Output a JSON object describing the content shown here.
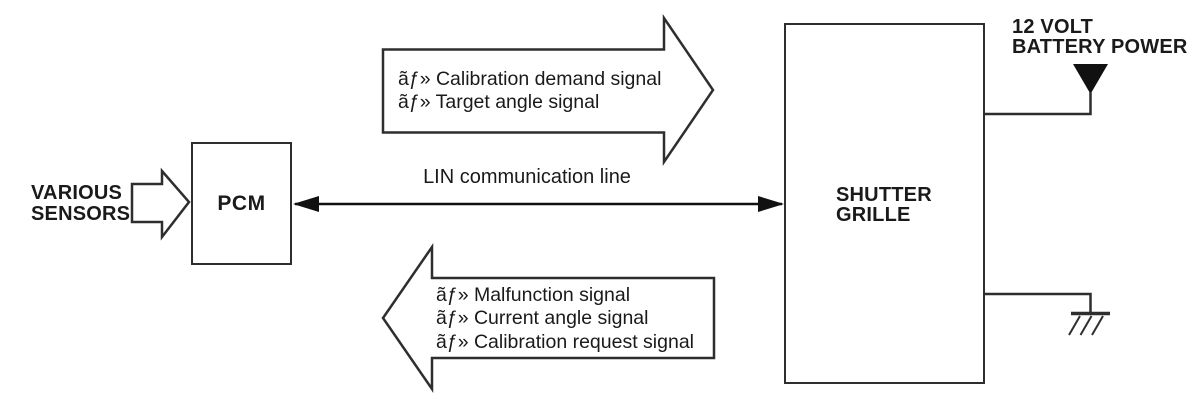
{
  "nodes": {
    "various_sensors": {
      "lines": [
        "VARIOUS",
        "SENSORS"
      ]
    },
    "pcm": {
      "label": "PCM"
    },
    "shutter_grille": {
      "lines": [
        "SHUTTER",
        "GRILLE"
      ]
    },
    "battery_power": {
      "lines": [
        "12 VOLT",
        "BATTERY POWER"
      ]
    }
  },
  "connections": {
    "lin_line": {
      "label": "LIN communication line"
    },
    "pcm_to_grille_arrow": {
      "lines": [
        "ãƒ» Calibration demand signal",
        "ãƒ» Target angle signal"
      ]
    },
    "grille_to_pcm_arrow": {
      "lines": [
        "ãƒ» Malfunction signal",
        "ãƒ» Current angle signal",
        "ãƒ» Calibration request signal"
      ]
    }
  },
  "icons": {
    "battery_symbol": "filled-down-triangle-power-feed",
    "ground_symbol": "chassis-ground"
  },
  "colors": {
    "line": "#2e2e2e",
    "fill": "#111111",
    "text": "#1a1a1a",
    "background": "#ffffff"
  }
}
